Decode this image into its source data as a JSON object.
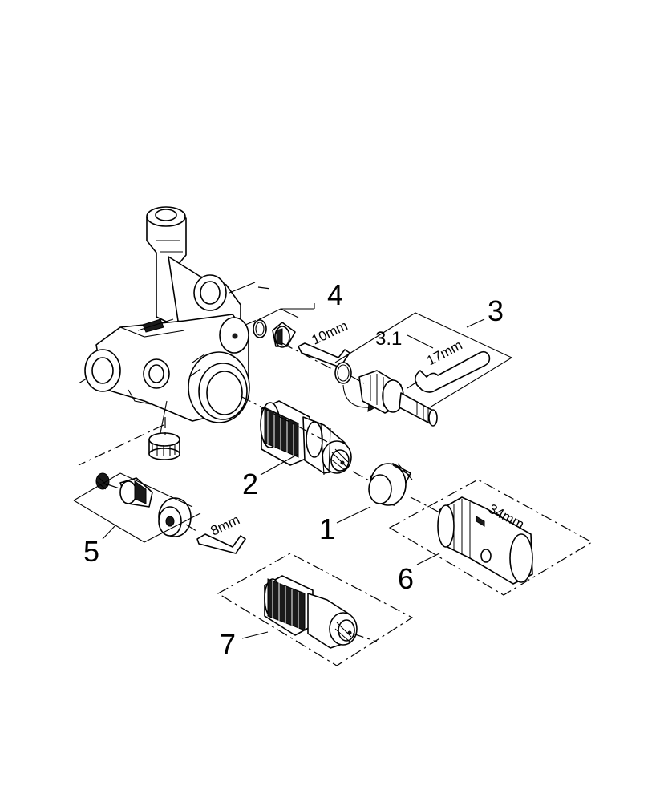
{
  "labels": {
    "part_1": "1",
    "part_2": "2",
    "part_3": "3",
    "part_3_1": "3.1",
    "part_4": "4",
    "part_5": "5",
    "part_6": "6",
    "part_7": "7"
  },
  "tools": {
    "hex_key_10": "10mm",
    "spanner_17": "17mm",
    "hex_key_8": "8mm",
    "socket_34": "34mm"
  }
}
